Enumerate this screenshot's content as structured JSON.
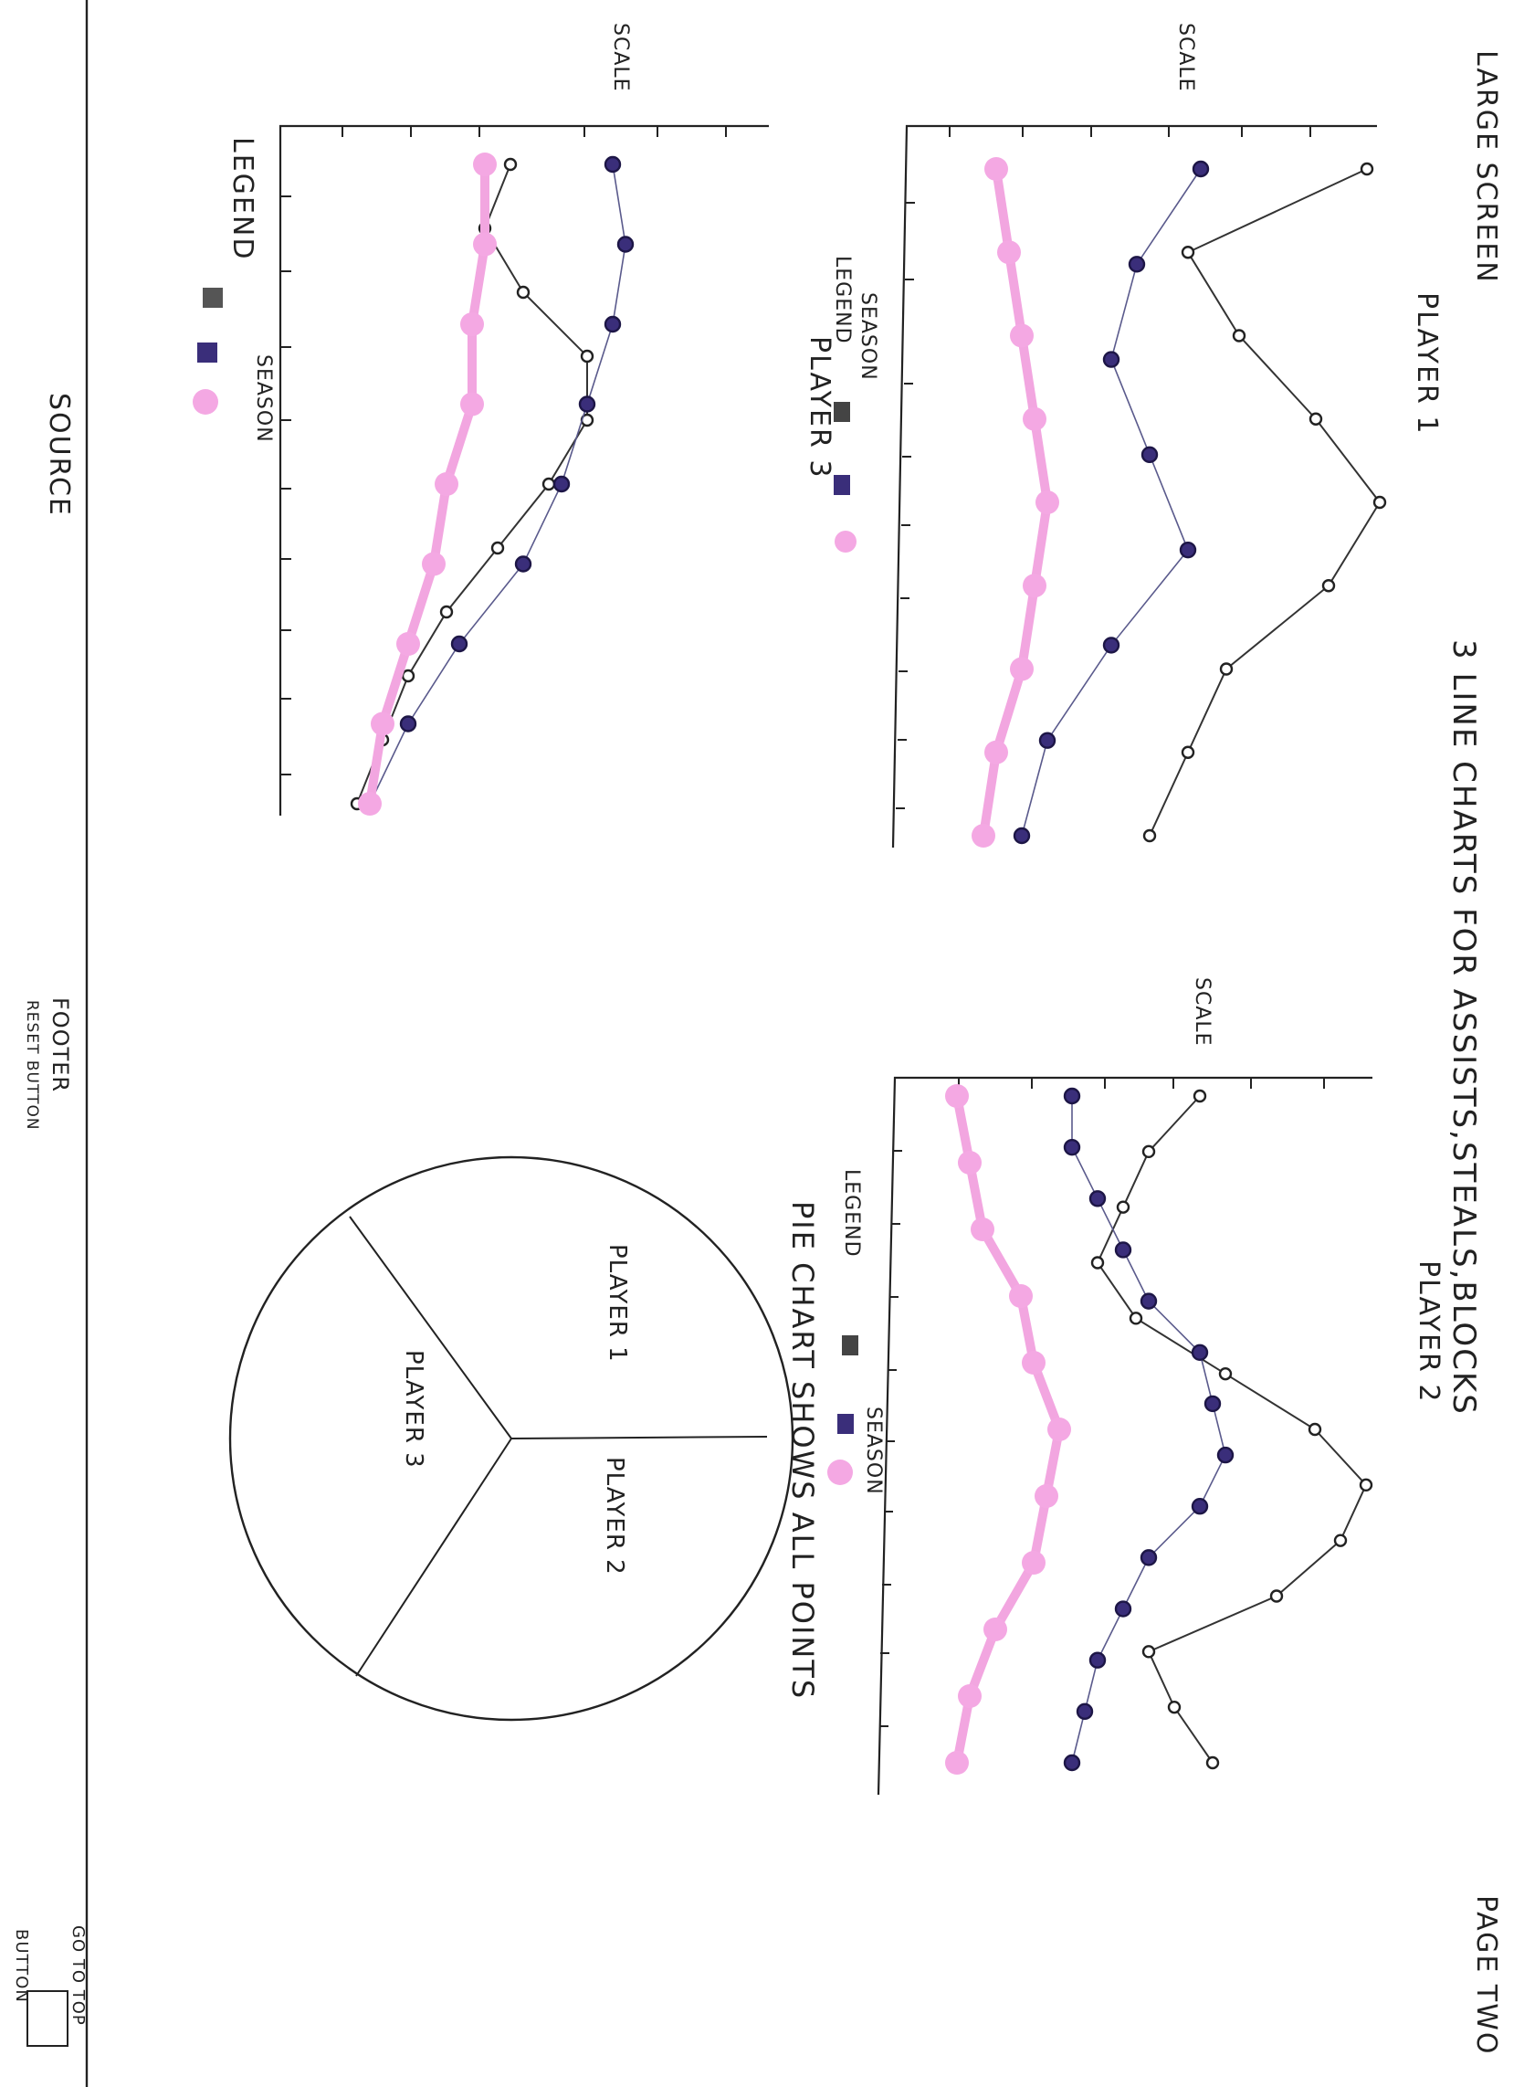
{
  "header": {
    "screen_label": "LARGE SCREEN",
    "page_label": "PAGE TWO",
    "title": "3 LINE CHARTS FOR ASSISTS,STEALS,BLOCKS"
  },
  "charts": [
    {
      "id": "p1",
      "player": "PLAYER 1",
      "scale": "SCALE",
      "legend": "LEGEND",
      "season": "SEASON"
    },
    {
      "id": "p2",
      "player": "PLAYER 2",
      "scale": "SCALE",
      "legend": "LEGEND",
      "season": "SEASON"
    },
    {
      "id": "p3",
      "player": "PLAYER 3",
      "scale": "SCALE",
      "legend": "LEGEND",
      "season": "SEASON"
    }
  ],
  "pie": {
    "caption": "PIE CHART SHOWS ALL POINTS",
    "slices": [
      "PLAYER 1",
      "PLAYER 2",
      "PLAYER 3"
    ]
  },
  "footer": {
    "source": "SOURCE",
    "footer_label": "FOOTER",
    "reset_button": "RESET BUTTON",
    "goto_top": "GO TO TOP",
    "button_label": "BUTTON"
  },
  "chart_data": [
    {
      "type": "line",
      "title": "PLAYER 1",
      "series": [
        {
          "values": [
            3.6,
            2.2,
            2.6,
            3.2,
            3.7,
            3.3,
            2.5,
            2.2,
            1.9
          ]
        },
        {
          "values": [
            2.3,
            1.8,
            1.6,
            1.9,
            2.2,
            1.6,
            1.1,
            0.9
          ]
        },
        {
          "values": [
            0.7,
            0.8,
            0.9,
            1.0,
            1.1,
            1.0,
            0.9,
            0.7,
            0.6
          ]
        }
      ]
    },
    {
      "type": "line",
      "title": "PLAYER 2",
      "series": [
        {
          "values": [
            2.4,
            2.0,
            1.8,
            1.6,
            1.9,
            2.6,
            3.3,
            3.7,
            3.5,
            3.0,
            2.0,
            2.2,
            2.5
          ]
        },
        {
          "values": [
            1.4,
            1.4,
            1.6,
            1.8,
            2.0,
            2.4,
            2.5,
            2.6,
            2.4,
            2.0,
            1.8,
            1.6,
            1.5,
            1.4
          ]
        },
        {
          "values": [
            0.5,
            0.6,
            0.7,
            1.0,
            1.1,
            1.3,
            1.2,
            1.1,
            0.8,
            0.6,
            0.5
          ]
        }
      ]
    },
    {
      "type": "line",
      "title": "PLAYER 3",
      "series": [
        {
          "values": [
            1.8,
            1.6,
            1.9,
            2.4,
            2.4,
            2.1,
            1.7,
            1.3,
            1.0,
            0.8,
            0.6
          ]
        },
        {
          "values": [
            2.6,
            2.7,
            2.6,
            2.4,
            2.2,
            1.9,
            1.4,
            1.0,
            0.7
          ]
        },
        {
          "values": [
            1.6,
            1.6,
            1.5,
            1.5,
            1.3,
            1.2,
            1.0,
            0.8,
            0.7
          ]
        }
      ]
    }
  ]
}
